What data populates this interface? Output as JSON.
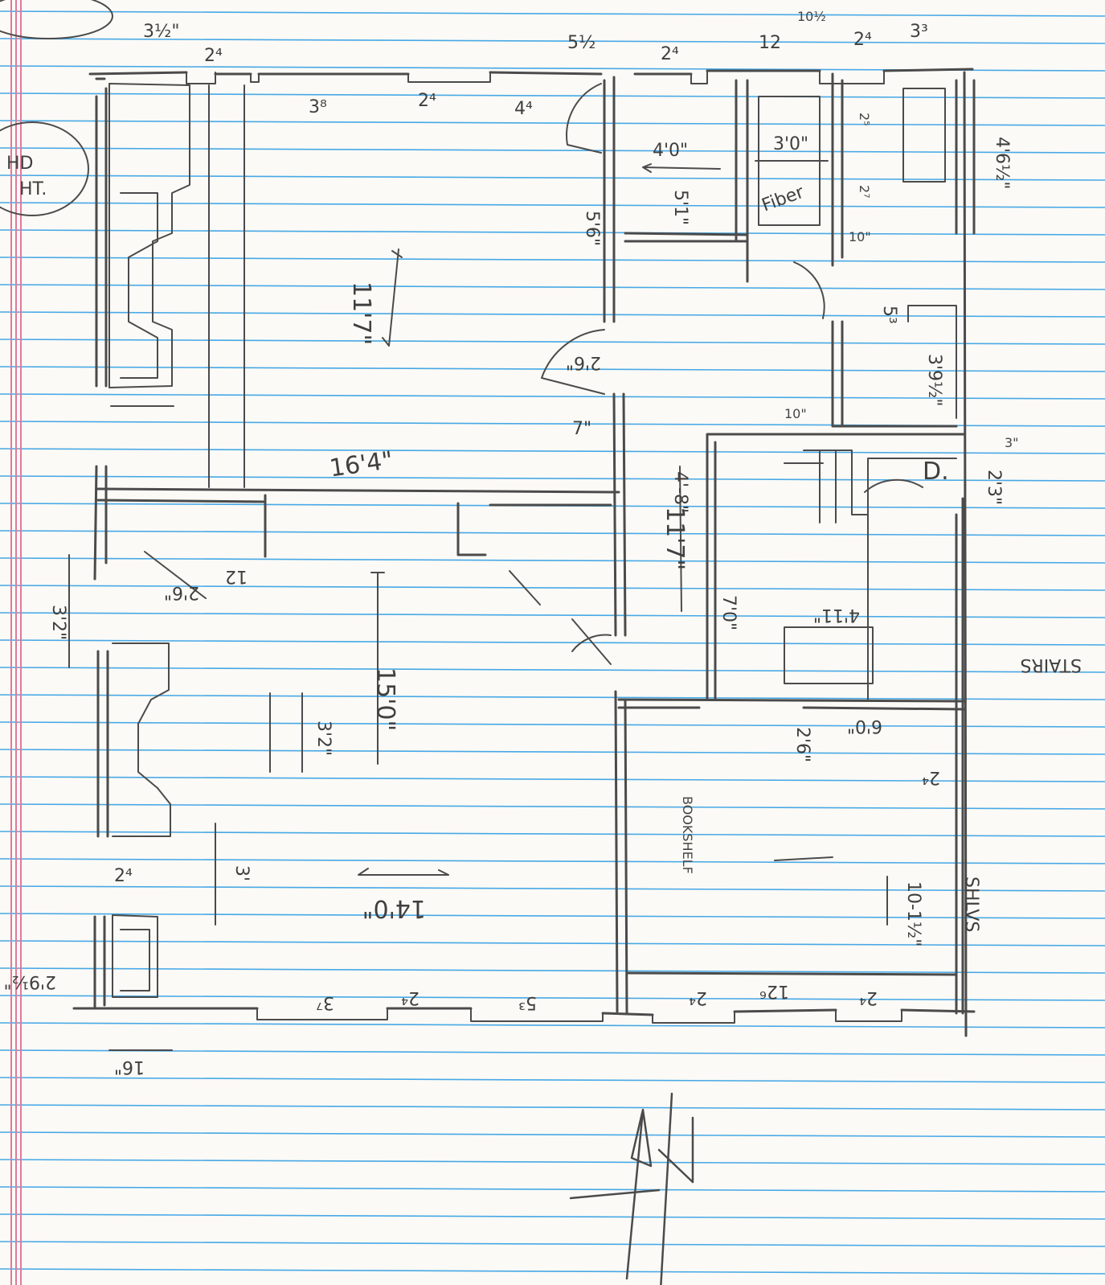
{
  "paper": {
    "rule_color": "#47a8e6",
    "margin_color": "#e07a9a",
    "pencil_color": "#4b4b4b",
    "paper_color": "#fbfaf6"
  },
  "labels": {
    "circle_note_1": "HD",
    "circle_note_2": "HT.",
    "living_length": "11'7\"",
    "living_width": "16'4\"",
    "dining_depth": "15'0\"",
    "dining_width": "14'0\"",
    "hall_length": "11'7\"",
    "kitchen_dim_1": "4'0\"",
    "kitchen_dim_2": "5'1\"",
    "bath_fixture": "3'0\"",
    "fiber": "Fiber",
    "stair_down": "D.",
    "stair_run": "7'0\"",
    "bath_dim": "4'11\"",
    "shlvs": "SHLVS",
    "stair_note": "STAIRS",
    "bookshelf": "BOOKSHELF",
    "hall_width": "4'-8\"",
    "north": "N"
  },
  "dims": {
    "d1": "3½\"",
    "d2": "2⁴",
    "d3": "3⁸",
    "d4": "2⁴",
    "d5": "4⁴",
    "d6": "5½",
    "d7": "2⁴",
    "d8": "12",
    "d9": "10½",
    "d10": "2⁴",
    "d11": "3³",
    "d12": "4'6½\"",
    "d13": "2⁵",
    "d14": "2⁷",
    "d15": "10\"",
    "d16": "5'6\"",
    "d17": "2'6\"",
    "d18": "7\"",
    "d19": "2'6\"",
    "d20": "12",
    "d21": "3'2\"",
    "d22": "3'2\"",
    "d23": "3'",
    "d24": "2⁴",
    "d25": "2'9½\"",
    "d26": "16\"",
    "d27": "3⁷",
    "d28": "2⁴",
    "d29": "5³",
    "d30": "2⁴",
    "d31": "12⁶",
    "d32": "2⁴",
    "d33": "2'3\"",
    "d34": "3\"",
    "d35": "5³",
    "d36": "3'9½\"",
    "d37": "10-1½\"",
    "d38": "2⁴",
    "d39": "2'6\"",
    "d40": "6'0\"",
    "d41": "10\""
  }
}
